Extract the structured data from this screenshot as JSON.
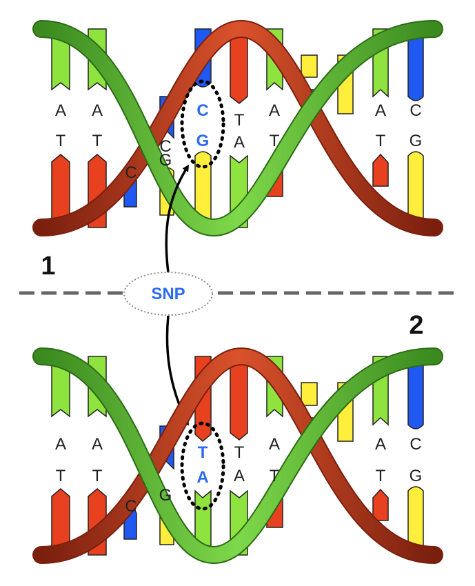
{
  "colors": {
    "A": "#8fe33f",
    "T": "#e8411f",
    "C": "#1f59f2",
    "G": "#ffef3c",
    "snp": "#2c6cf0",
    "strand_red": "#c33a1d",
    "strand_green": "#57b334"
  },
  "label": "SNP",
  "panels": [
    {
      "number": "1",
      "top_letters": [
        "A",
        "A",
        "C",
        "T",
        "A",
        "A",
        "C"
      ],
      "bottom_letters": [
        "T",
        "T",
        "C",
        "G",
        "A",
        "T",
        "T",
        "G"
      ],
      "snp_pair": [
        "C",
        "G"
      ]
    },
    {
      "number": "2",
      "top_letters": [
        "A",
        "A",
        "T",
        "A",
        "A",
        "C"
      ],
      "bottom_letters": [
        "T",
        "T",
        "C",
        "G",
        "A",
        "T",
        "T",
        "G"
      ],
      "snp_pair": [
        "T",
        "A"
      ]
    }
  ]
}
